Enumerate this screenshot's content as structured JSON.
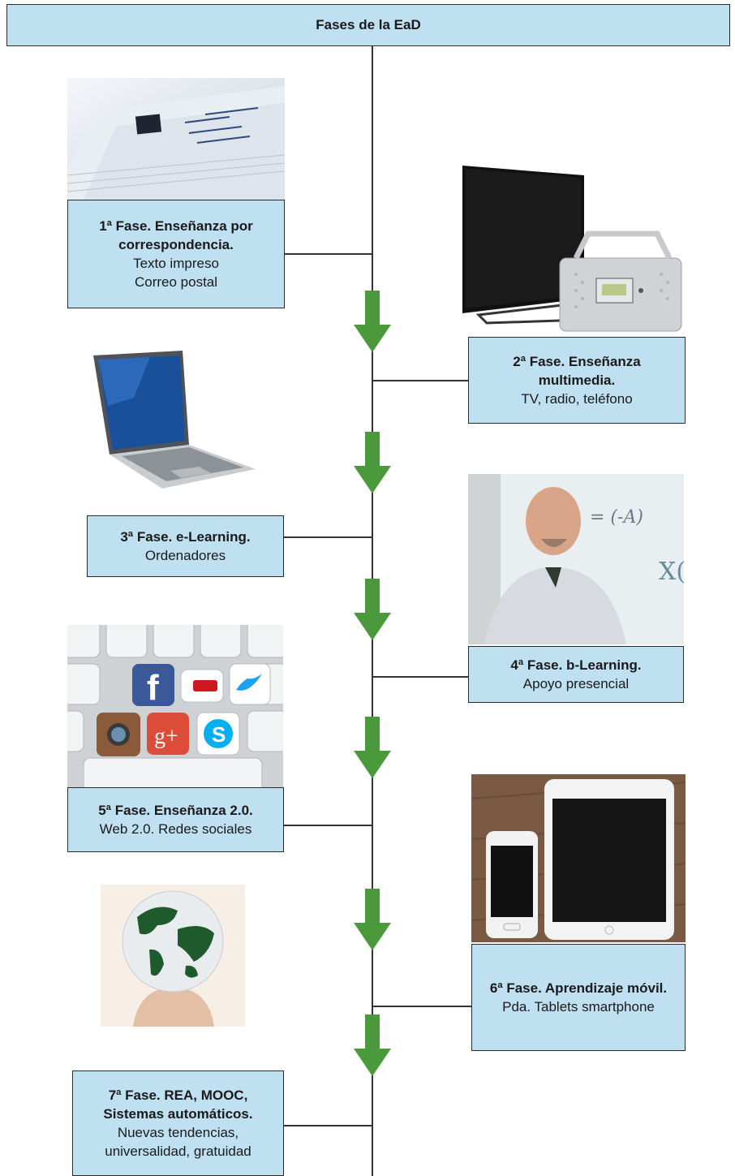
{
  "title": "Fases de la EaD",
  "phases": [
    {
      "title": "1ª Fase. Enseñanza por correspondencia.",
      "lines": [
        "Texto impreso",
        "Correo postal"
      ],
      "image": "envelopes-photo"
    },
    {
      "title": "2ª Fase. Enseñanza multimedia.",
      "lines": [
        "TV, radio, teléfono"
      ],
      "image": "tv-radio-photo"
    },
    {
      "title": "3ª Fase. e-Learning.",
      "lines": [
        "Ordenadores"
      ],
      "image": "laptop-photo"
    },
    {
      "title": "4ª Fase. b-Learning.",
      "lines": [
        "Apoyo presencial"
      ],
      "image": "teacher-photo"
    },
    {
      "title": "5ª Fase. Enseñanza 2.0.",
      "lines": [
        "Web 2.0. Redes sociales"
      ],
      "image": "social-keyboard-photo"
    },
    {
      "title": "6ª Fase. Aprendizaje móvil.",
      "lines": [
        "Pda. Tablets smartphone"
      ],
      "image": "phone-tablet-photo"
    },
    {
      "title": "7ª Fase. REA, MOOC, Sistemas automáticos.",
      "lines": [
        "Nuevas tendencias,",
        "universalidad, gratuidad"
      ],
      "image": "globe-head-photo"
    }
  ],
  "colors": {
    "box_fill": "#bfe0f0",
    "arrow": "#4a9a3c",
    "line": "#333333"
  }
}
